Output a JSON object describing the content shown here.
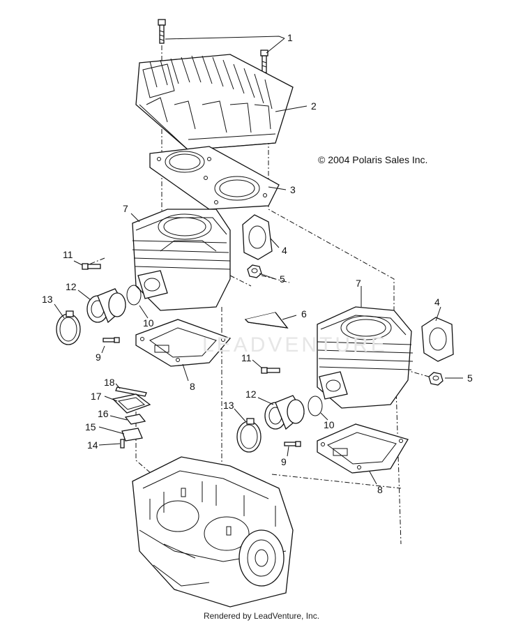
{
  "copyright": "© 2004 Polaris Sales Inc.",
  "footer": "Rendered by LeadVenture, Inc.",
  "watermark": "LEADVENTURE",
  "callouts": {
    "c1": "1",
    "c2": "2",
    "c3": "3",
    "c4a": "4",
    "c4b": "4",
    "c5a": "5",
    "c5b": "5",
    "c6": "6",
    "c7a": "7",
    "c7b": "7",
    "c8a": "8",
    "c8b": "8",
    "c9a": "9",
    "c9b": "9",
    "c10a": "10",
    "c10b": "10",
    "c11a": "11",
    "c11b": "11",
    "c12a": "12",
    "c12b": "12",
    "c13a": "13",
    "c13b": "13",
    "c14": "14",
    "c15": "15",
    "c16": "16",
    "c17": "17",
    "c18": "18"
  }
}
